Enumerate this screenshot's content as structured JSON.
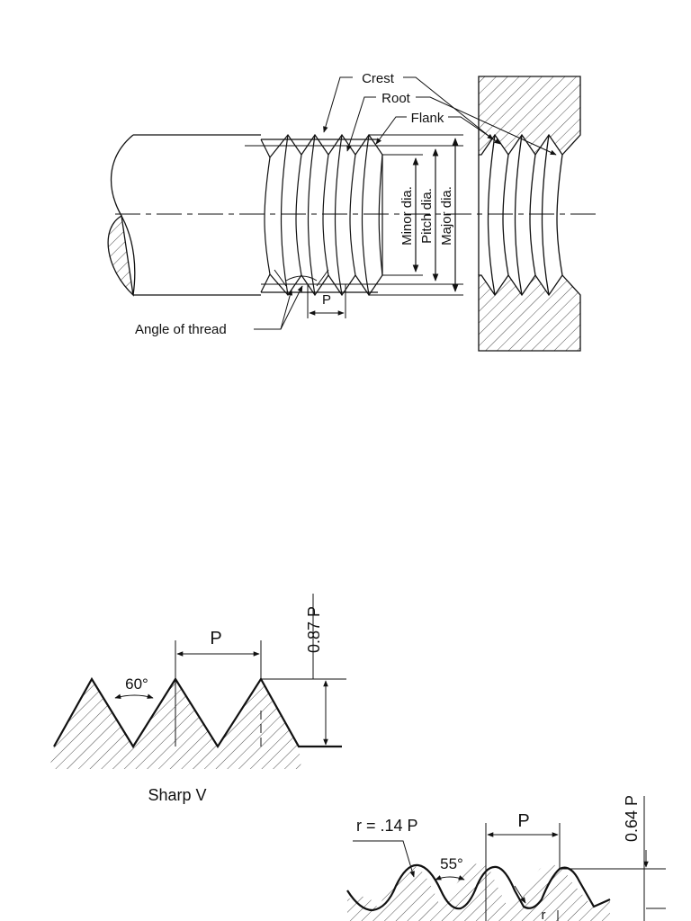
{
  "fig1": {
    "crest": "Crest",
    "root": "Root",
    "flank": "Flank",
    "minor_dia": "Minor dia.",
    "pitch_dia": "Pitch dia.",
    "major_dia": "Major dia.",
    "pitch": "P",
    "angle_of_thread": "Angle of thread"
  },
  "fig2": {
    "pitch": "P",
    "angle": "60°",
    "depth": "0.87 P",
    "caption": "Sharp V"
  },
  "fig3": {
    "radius": "r = .14 P",
    "pitch": "P",
    "angle": "55°",
    "depth": "0.64 P",
    "r_label": "r"
  }
}
